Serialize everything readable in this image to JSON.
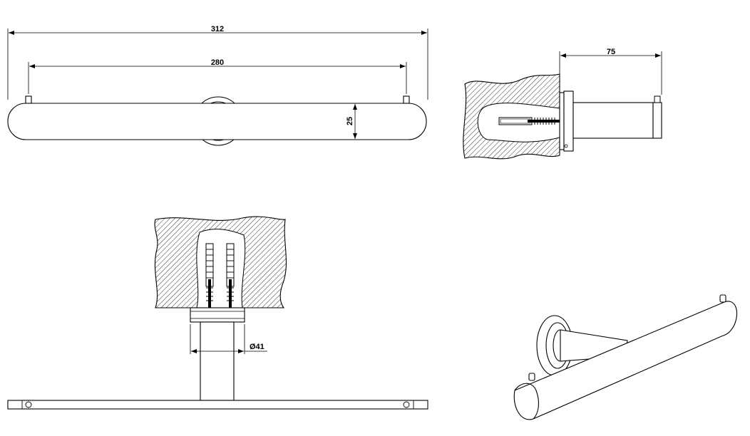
{
  "dimensions": {
    "overall_length": "312",
    "inner_length": "280",
    "bar_height": "25",
    "projection": "75",
    "flange_diameter": "Ø41"
  }
}
